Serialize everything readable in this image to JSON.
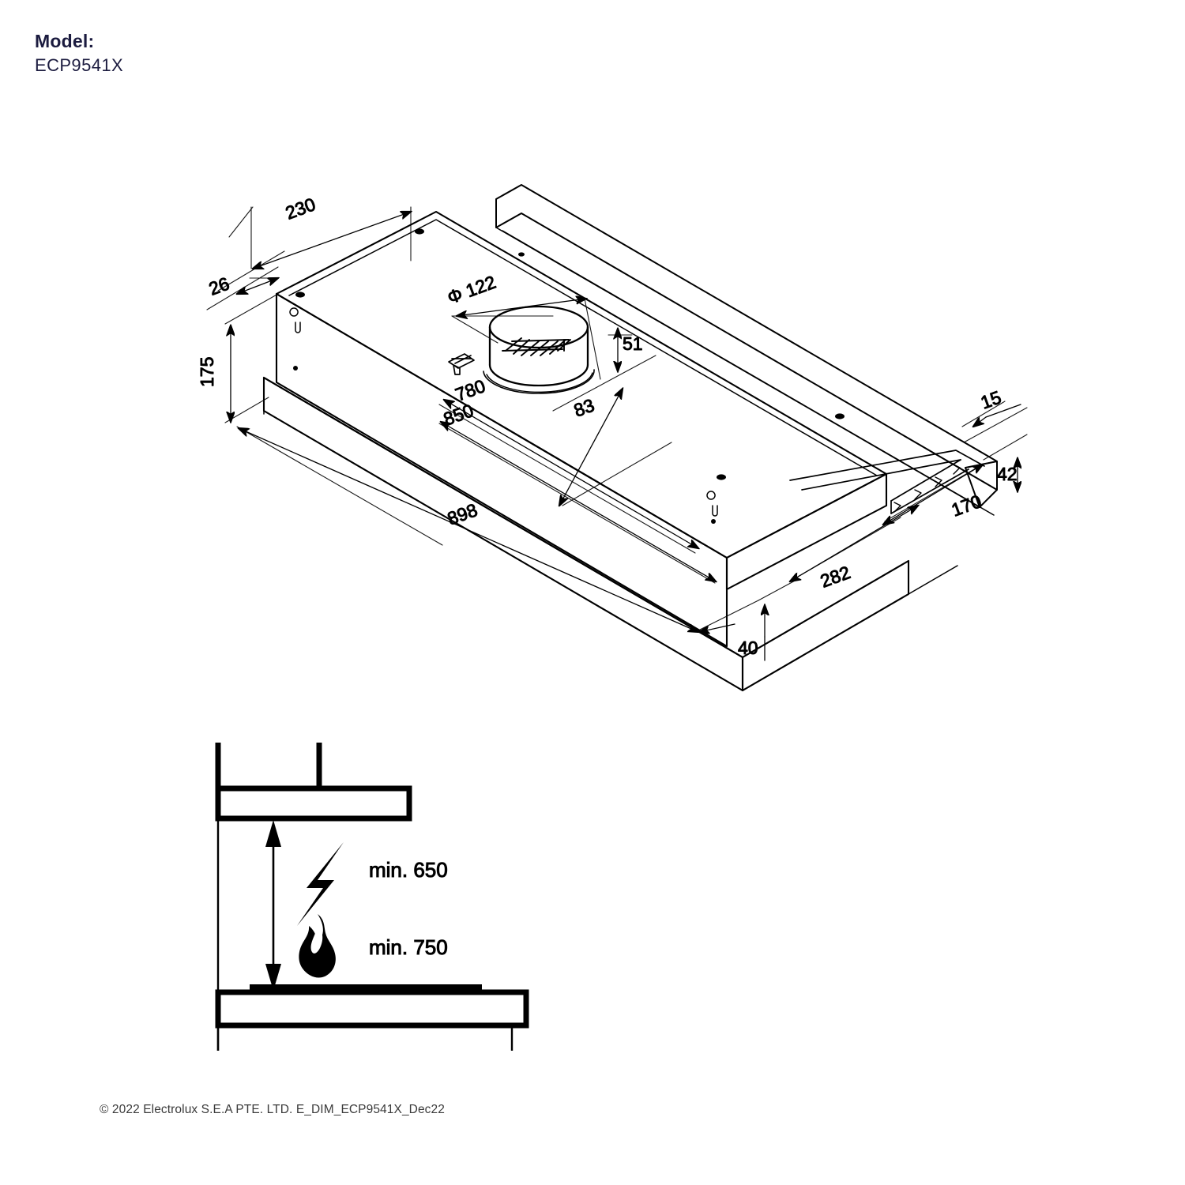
{
  "header": {
    "model_label": "Model:",
    "model_value": "ECP9541X"
  },
  "footer": {
    "copyright": "© 2022 Electrolux S.E.A PTE. LTD. E_DIM_ECP9541X_Dec22"
  },
  "isometric_view": {
    "name": "telescopic-cooker-hood-isometric-dimension-drawing",
    "dimensions": {
      "depth_top_230": "230",
      "flange_26": "26",
      "height_175": "175",
      "duct_diameter": "Φ 122",
      "duct_offset_51": "51",
      "duct_offset_83": "83",
      "body_length_780": "780",
      "body_length_850": "850",
      "overall_length_898": "898",
      "rail_thickness_15": "15",
      "rail_height_42": "42",
      "slide_depth_170": "170",
      "slide_extension_282": "282",
      "front_lip_40": "40"
    }
  },
  "clearance_view": {
    "name": "installation-clearance-diagram",
    "items": [
      {
        "icon": "lightning-bolt-icon",
        "label": "min. 650",
        "hob_type": "electric"
      },
      {
        "icon": "flame-icon",
        "label": "min. 750",
        "hob_type": "gas"
      }
    ]
  },
  "colors": {
    "ink": "#000000",
    "brand_navy": "#1b1b3f",
    "footer_grey": "#3a3a3a",
    "paper": "#ffffff"
  }
}
